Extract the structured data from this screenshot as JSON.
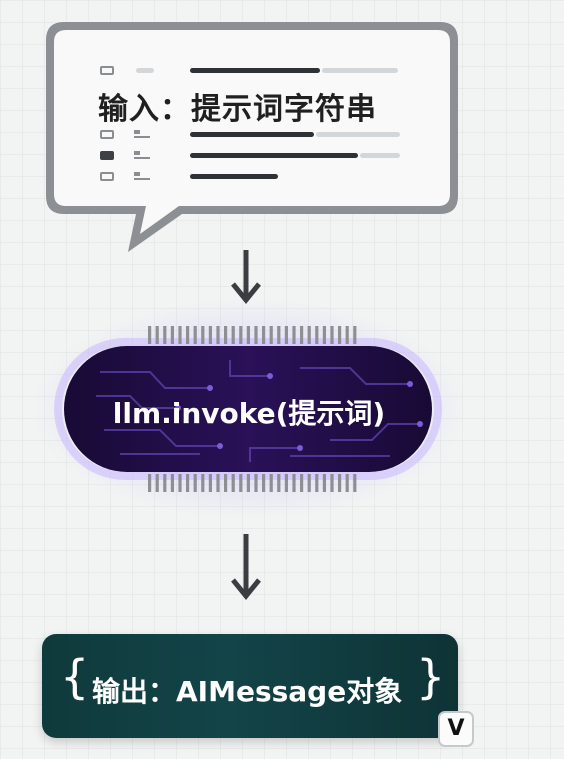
{
  "input_bubble": {
    "title": "输入：提示词字符串"
  },
  "processor": {
    "label": "llm.invoke(提示词)"
  },
  "output": {
    "brace_open": "{",
    "label": "输出：AIMessage对象",
    "brace_close": "}",
    "badge": "V"
  },
  "colors": {
    "background": "#f2f4f3",
    "bubble_border": "#8c8f93",
    "chip_fill": "#1c0c3e",
    "chip_glow": "#9b7dff",
    "output_fill": "#134448",
    "arrow": "#3a3d41"
  },
  "icons": [
    "document-icon",
    "chip-icon"
  ]
}
